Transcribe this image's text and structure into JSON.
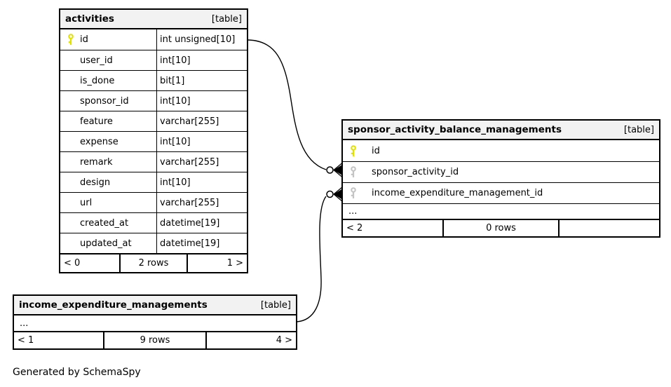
{
  "note": "Generated by SchemaSpy",
  "colors": {
    "background": "#ffffff",
    "table_header_bg": "#f2f2f2",
    "border": "#000000",
    "primary_key_icon": "#e1e100",
    "foreign_key_icon": "#c4c4c4"
  },
  "tables": [
    {
      "title": "activities",
      "badge": "[table]",
      "columns": [
        {
          "name": "id",
          "type": "int unsigned[10]",
          "key": "PK"
        },
        {
          "name": "user_id",
          "type": "int[10]",
          "key": ""
        },
        {
          "name": "is_done",
          "type": "bit[1]",
          "key": ""
        },
        {
          "name": "sponsor_id",
          "type": "int[10]",
          "key": ""
        },
        {
          "name": "feature",
          "type": "varchar[255]",
          "key": ""
        },
        {
          "name": "expense",
          "type": "int[10]",
          "key": ""
        },
        {
          "name": "remark",
          "type": "varchar[255]",
          "key": ""
        },
        {
          "name": "design",
          "type": "int[10]",
          "key": ""
        },
        {
          "name": "url",
          "type": "varchar[255]",
          "key": ""
        },
        {
          "name": "created_at",
          "type": "datetime[19]",
          "key": ""
        },
        {
          "name": "updated_at",
          "type": "datetime[19]",
          "key": ""
        }
      ],
      "footer": {
        "left": "< 0",
        "center": "2 rows",
        "right": "1 >"
      }
    },
    {
      "title": "sponsor_activity_balance_managements",
      "badge": "[table]",
      "columns": [
        {
          "name": "id",
          "key": "PK"
        },
        {
          "name": "sponsor_activity_id",
          "key": "FK"
        },
        {
          "name": "income_expenditure_management_id",
          "key": "FK"
        }
      ],
      "ellipsis": "...",
      "footer": {
        "left": "< 2",
        "center": "0 rows",
        "right": ""
      }
    },
    {
      "title": "income_expenditure_managements",
      "badge": "[table]",
      "ellipsis": "...",
      "footer": {
        "left": "< 1",
        "center": "9 rows",
        "right": "4 >"
      }
    }
  ],
  "relationships": [
    {
      "from": "activities.id",
      "to": "sponsor_activity_balance_managements.sponsor_activity_id"
    },
    {
      "from": "income_expenditure_managements",
      "to": "sponsor_activity_balance_managements.income_expenditure_management_id"
    }
  ]
}
